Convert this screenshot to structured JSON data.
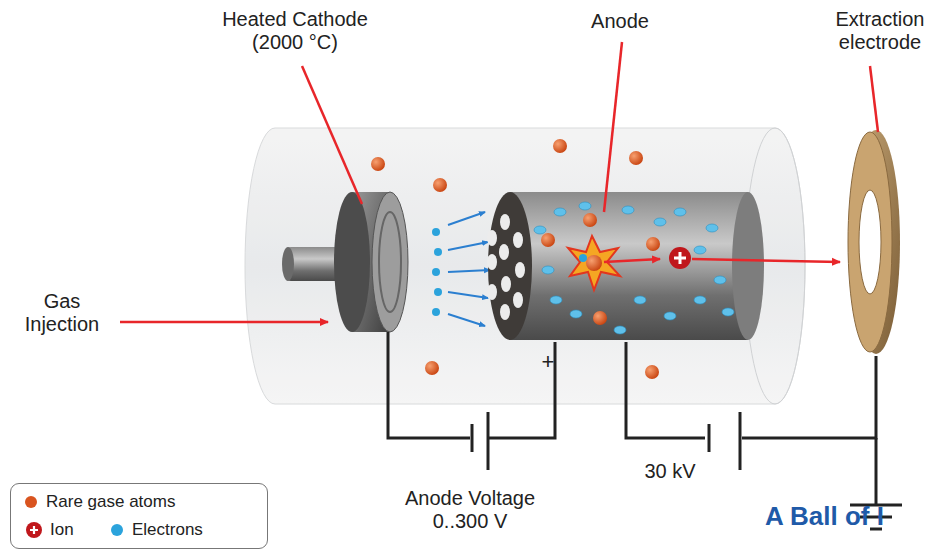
{
  "diagram": {
    "labels": [
      "Heated Cathode (2000 °C)",
      "Anode",
      "Extraction electrode",
      "Gas Injection",
      "+",
      "Anode Voltage 0..300 V",
      "30 kV",
      "A Ball of I"
    ],
    "legend": [
      {
        "text": "Rare gase atoms",
        "color": "#d9541f"
      },
      {
        "text": "Ion"
      },
      {
        "text": "Electrons",
        "color": "#2ba3dc"
      }
    ]
  }
}
